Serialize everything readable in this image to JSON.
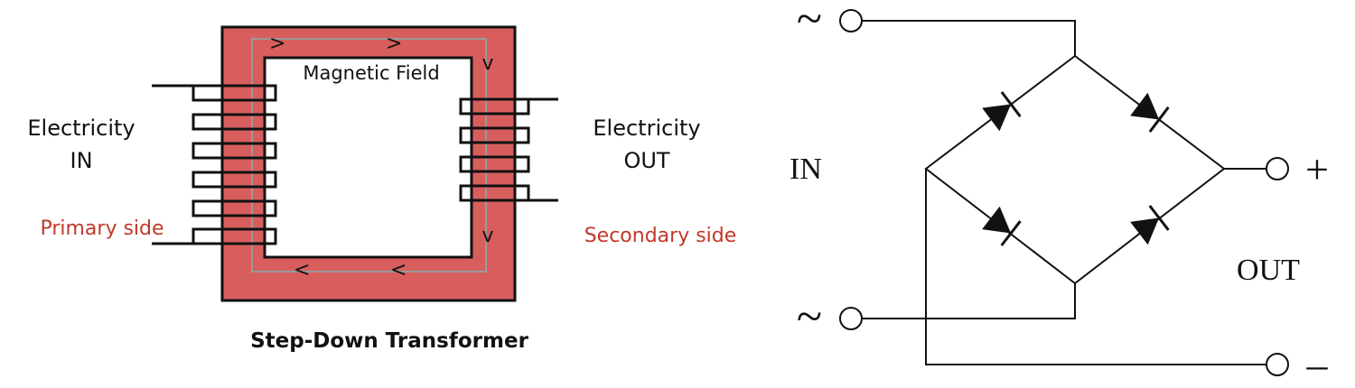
{
  "transformer": {
    "field_label": "Magnetic Field",
    "input_label_line1": "Electricity",
    "input_label_line2": "IN",
    "output_label_line1": "Electricity",
    "output_label_line2": "OUT",
    "primary_label": "Primary side",
    "secondary_label": "Secondary side",
    "caption": "Step-Down Transformer",
    "core_color": "#d85e5e",
    "side_label_color": "#c0392b",
    "flow_arrows": [
      ">",
      ">",
      "v",
      "v",
      "<",
      "<"
    ]
  },
  "rectifier": {
    "ac_symbol_top": "~",
    "ac_symbol_bottom": "~",
    "in_label": "IN",
    "out_label": "OUT",
    "plus_symbol": "+",
    "minus_symbol": "–",
    "diode_count": 4
  }
}
